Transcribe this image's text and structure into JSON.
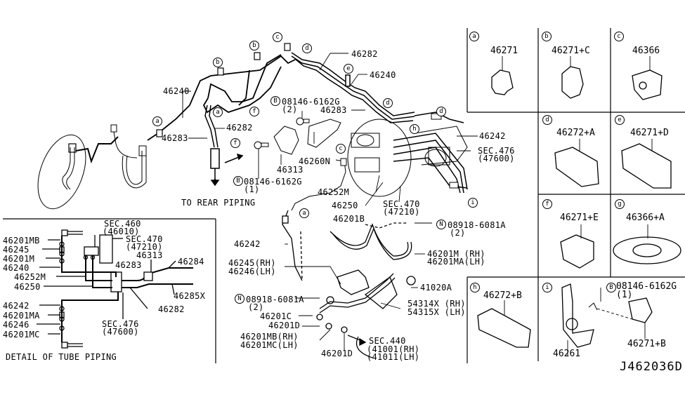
{
  "diagram": {
    "code": "J462036D",
    "to_rear_piping": "TO REAR PIPING",
    "detail_title": "DETAIL OF TUBE PIPING",
    "main_labels": {
      "l46240_left": "46240",
      "l46283_left": "46283",
      "l46282_mid": "46282",
      "l46282_top": "46282",
      "l46240_top": "46240",
      "l46283_top": "46283",
      "l46242_right": "46242",
      "sec476": "SEC.476",
      "sec476_sub": "(47600)",
      "bolt_b2": "08146-6162G",
      "bolt_b2_qty": "(2)",
      "bolt_b1": "08146-6162G",
      "bolt_b1_qty": "(1)",
      "l46313": "46313",
      "l46260N": "46260N",
      "l46252M": "46252M",
      "l46250": "46250",
      "sec470": "SEC.470",
      "sec470_sub": "(47210)",
      "l46201B": "46201B",
      "nut_n_top": "08918-6081A",
      "nut_n_top_qty": "(2)",
      "l46201M": "46201M (RH)",
      "l46201MA": "46201MA(LH)",
      "l46242_lower": "46242",
      "l46245": "46245(RH)",
      "l46246": "46246(LH)",
      "l41020A": "41020A",
      "nut_n_bottom": "08918-6081A",
      "nut_n_bottom_qty": "(2)",
      "l54314X": "54314X (RH)",
      "l54315X": "54315X (LH)",
      "l46201C": "46201C",
      "l46201D_a": "46201D",
      "l46201MB": "46201MB(RH)",
      "l46201MC": "46201MC(LH)",
      "l46201D_b": "46201D",
      "sec440": "SEC.440",
      "sec440_rh": "(41001(RH)",
      "sec440_lh": "(41011(LH)"
    },
    "detail_labels": {
      "d46201MB": "46201MB",
      "d46245": "46245",
      "d46201M": "46201M",
      "d46240": "46240",
      "d46252M": "46252M",
      "d46250": "46250",
      "d46242": "46242",
      "d46201MA": "46201MA",
      "d46246": "46246",
      "d46201MC": "46201MC",
      "dsec460": "SEC.460",
      "dsec460_sub": "(46010)",
      "dsec470": "SEC.470",
      "dsec470_sub": "(47210)",
      "d46313": "46313",
      "d46283": "46283",
      "d46284": "46284",
      "d46285X": "46285X",
      "d46282": "46282",
      "dsec476": "SEC.476",
      "dsec476_sub": "(47600)"
    },
    "markers": {
      "a": "a",
      "b": "b",
      "c": "c",
      "d": "d",
      "e": "e",
      "f": "f",
      "g": "g",
      "h": "h",
      "i": "i",
      "bolt": "B",
      "nut": "N"
    },
    "panels": [
      {
        "key": "a",
        "part": "46271"
      },
      {
        "key": "b",
        "part": "46271+C"
      },
      {
        "key": "c",
        "part": "46366"
      },
      {
        "key": "d",
        "part": "46272+A"
      },
      {
        "key": "e",
        "part": "46271+D"
      },
      {
        "key": "f",
        "part": "46271+E"
      },
      {
        "key": "g",
        "part": "46366+A"
      },
      {
        "key": "h",
        "part": "46272+B"
      },
      {
        "key": "i",
        "part": "46261",
        "extra_part": "46271+B",
        "bolt": "08146-6162G",
        "bolt_qty": "(1)"
      }
    ]
  }
}
